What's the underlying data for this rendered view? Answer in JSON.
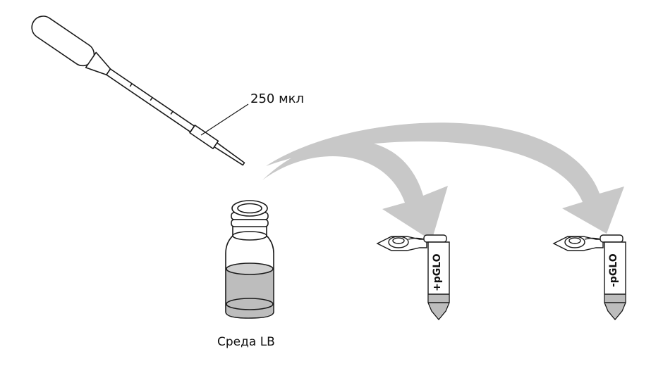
{
  "labels": {
    "volume": "250 мкл",
    "medium": "Среда LB",
    "tube_plus": "+pGLO",
    "tube_minus": "-pGLO"
  },
  "colors": {
    "outline": "#1a1a1a",
    "arrow_fill": "#c8c8c8",
    "liquid": "#bdbdbd",
    "background": "#ffffff"
  },
  "icons": [
    "pipette-icon",
    "bottle-icon",
    "microtube-icon",
    "transfer-arrow-icon"
  ]
}
